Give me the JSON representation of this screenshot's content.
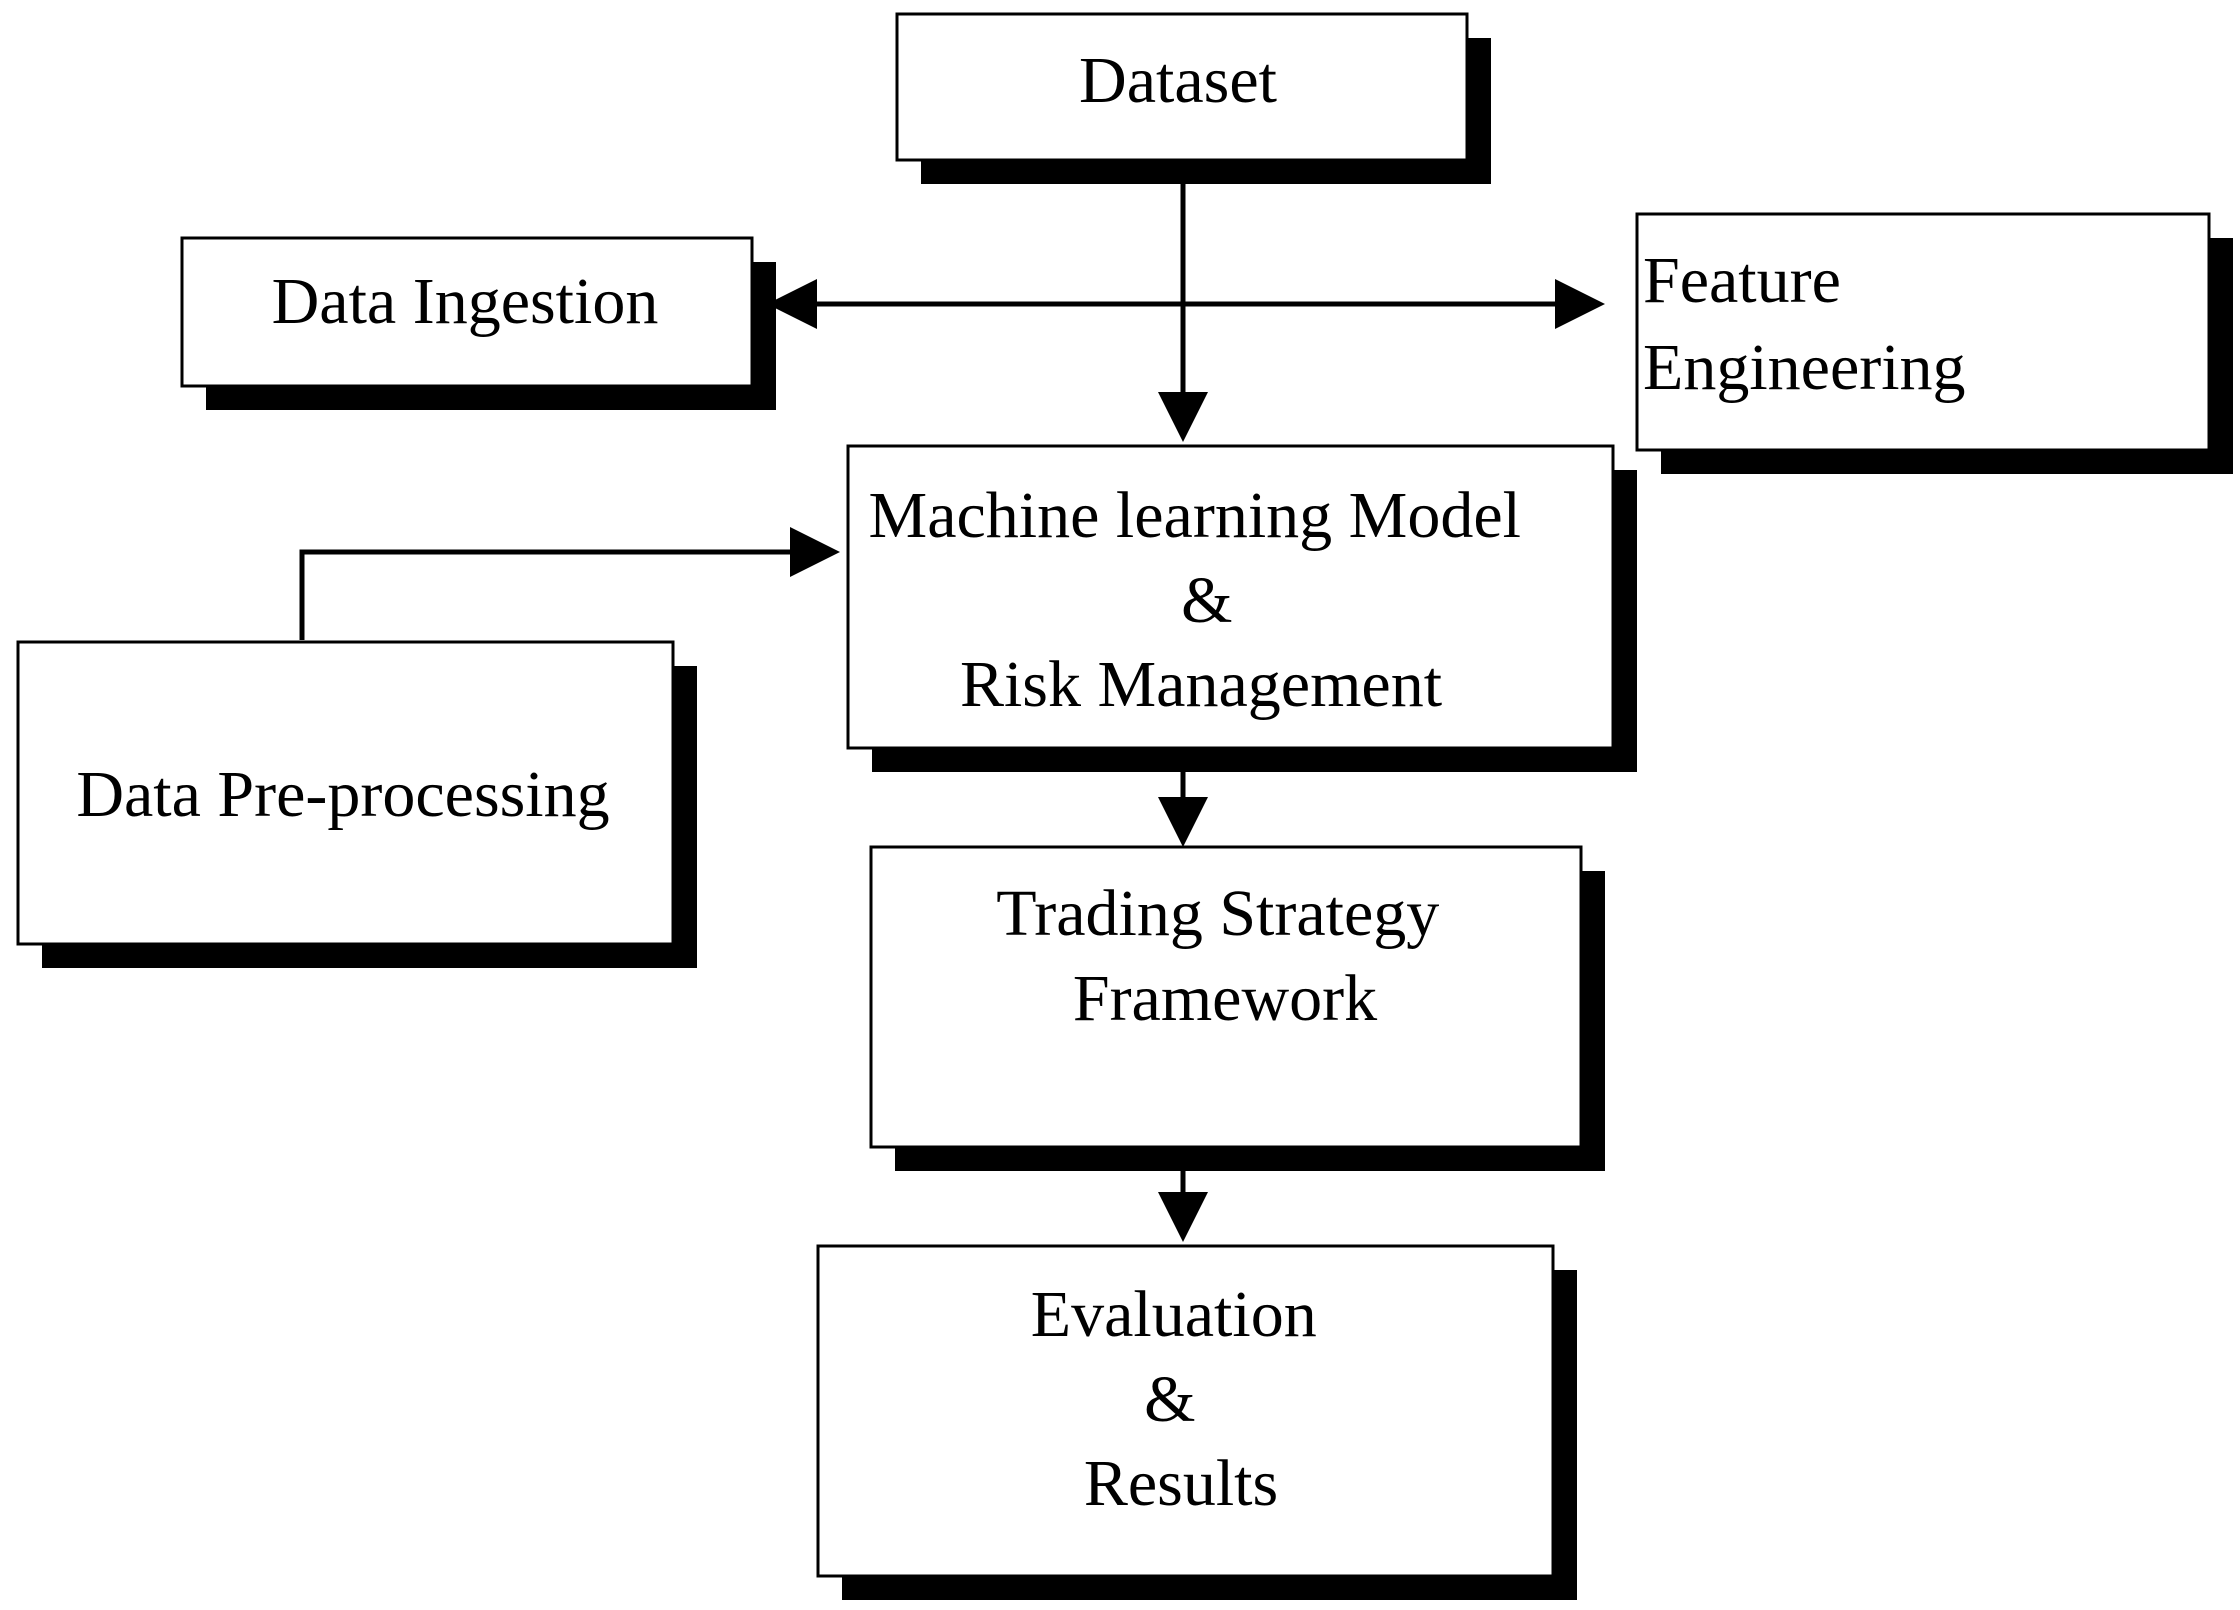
{
  "diagram": {
    "nodes": {
      "dataset": {
        "lines": [
          "Dataset"
        ]
      },
      "data_ingestion": {
        "lines": [
          "Data Ingestion"
        ]
      },
      "feature_engineering": {
        "lines": [
          "Feature",
          "Engineering"
        ]
      },
      "ml_model": {
        "lines": [
          "Machine learning Model",
          "&",
          "Risk Management"
        ]
      },
      "data_preprocessing": {
        "lines": [
          "Data Pre-processing"
        ]
      },
      "trading_strategy": {
        "lines": [
          "Trading Strategy",
          "Framework"
        ]
      },
      "evaluation": {
        "lines": [
          "Evaluation",
          "&",
          "Results"
        ]
      }
    },
    "edges": [
      {
        "from": "dataset",
        "to": "ml_model",
        "type": "single-arrow"
      },
      {
        "between": [
          "data_ingestion",
          "feature_engineering"
        ],
        "type": "double-arrow"
      },
      {
        "from": "data_preprocessing",
        "to": "ml_model",
        "type": "single-arrow"
      },
      {
        "from": "ml_model",
        "to": "trading_strategy",
        "type": "single-arrow"
      },
      {
        "from": "trading_strategy",
        "to": "evaluation",
        "type": "single-arrow"
      }
    ],
    "colors": {
      "box_fill": "#ffffff",
      "box_border": "#000000",
      "shadow": "#000000",
      "arrow": "#000000",
      "text": "#000000"
    }
  }
}
